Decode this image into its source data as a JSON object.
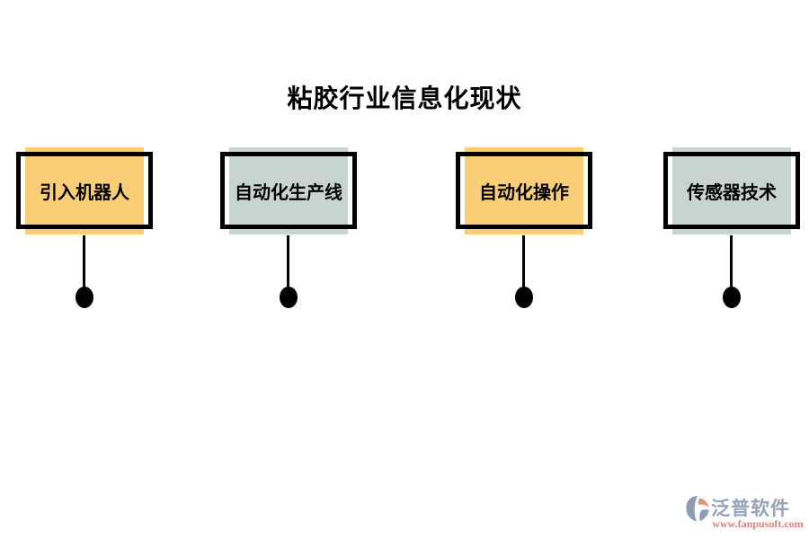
{
  "title": "粘胶行业信息化现状",
  "nodes": [
    {
      "label": "引入机器人",
      "fill": "#F9CE76"
    },
    {
      "label": "自动化生产线",
      "fill": "#C8D5CE"
    },
    {
      "label": "自动化操作",
      "fill": "#F9CE76"
    },
    {
      "label": "传感器技术",
      "fill": "#C8D5CE"
    }
  ],
  "colors": {
    "background": "#FFFFFF",
    "box_border": "#000000",
    "connector": "#000000",
    "node_fill_yellow": "#F9CE76",
    "node_fill_green": "#C8D5CE"
  },
  "watermark": {
    "icon": "fanpu-logo-icon",
    "brand": "泛普软件",
    "brand_color": "#95A3BA",
    "url": "www.fanpusoft.com",
    "url_color": "#DC8478"
  }
}
